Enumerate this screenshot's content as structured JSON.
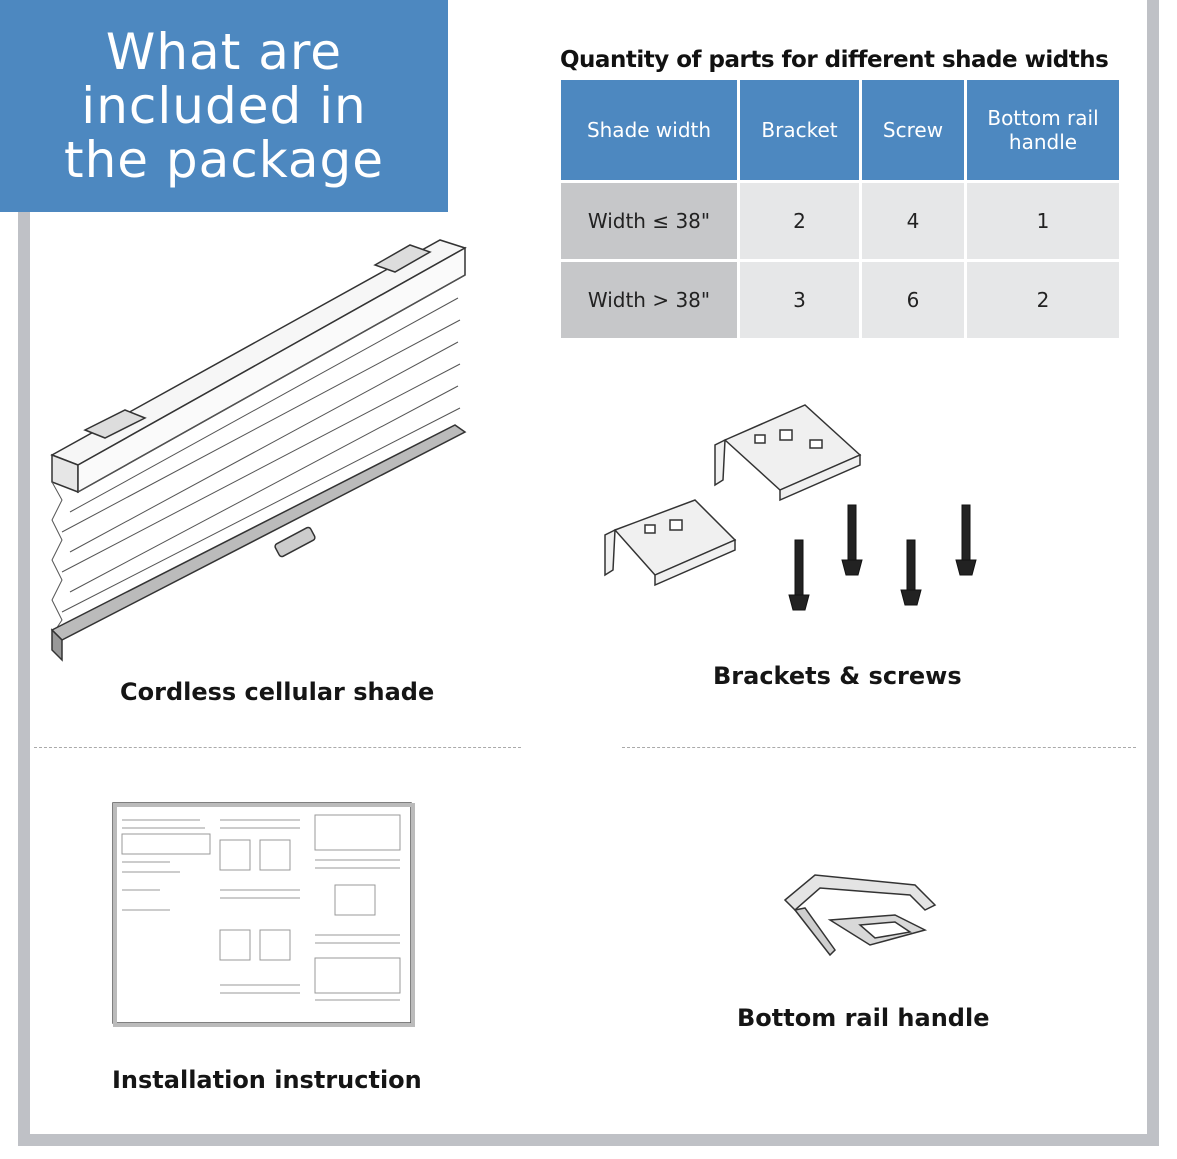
{
  "title": "What are\nincluded in\nthe package",
  "table": {
    "caption": "Quantity of parts for different shade widths",
    "headers": [
      "Shade width",
      "Bracket",
      "Screw",
      "Bottom rail handle"
    ],
    "rows": [
      [
        "Width ≤ 38\"",
        "2",
        "4",
        "1"
      ],
      [
        "Width > 38\"",
        "3",
        "6",
        "2"
      ]
    ]
  },
  "items": {
    "shade": "Cordless cellular shade",
    "brackets": "Brackets & screws",
    "instruction": "Installation instruction",
    "handle": "Bottom rail handle"
  },
  "colors": {
    "accent": "#4d88c0",
    "frame": "#bfc1c6",
    "row_header": "#c6c7c9",
    "cell": "#e6e7e8"
  },
  "icons": [
    "cellular-shade-illustration",
    "bracket-icon",
    "screw-icon",
    "instruction-sheet-icon",
    "rail-handle-icon"
  ]
}
